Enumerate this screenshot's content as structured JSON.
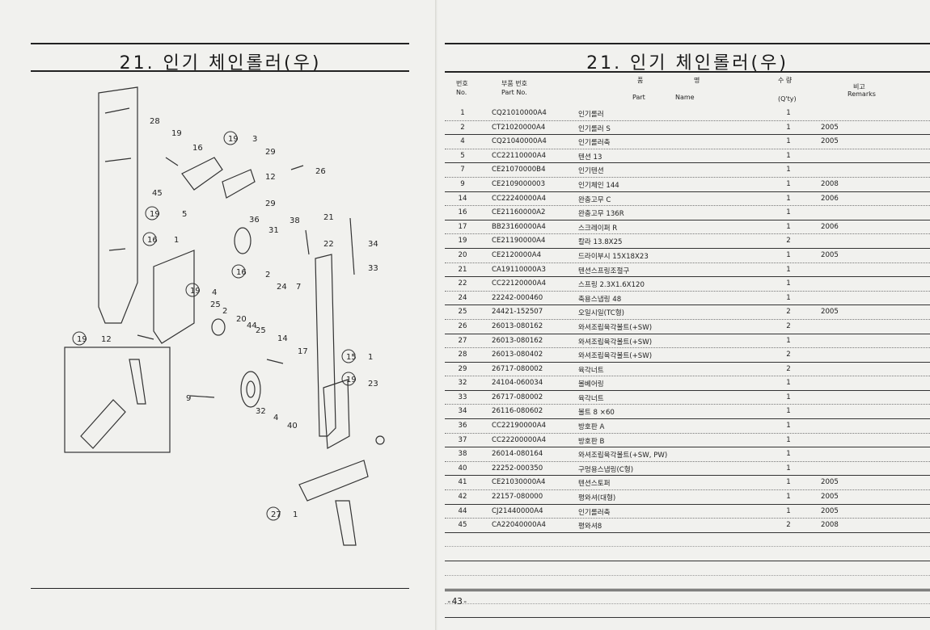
{
  "title": "21. 인기 체인롤러(우)",
  "page_number": "-43-",
  "header": {
    "no_kr": "번호",
    "no_en": "No.",
    "part_kr": "부품 번호",
    "part_en": "Part No.",
    "name_kr_1": "품",
    "name_kr_2": "명",
    "name_en_1": "Part",
    "name_en_2": "Name",
    "qty_kr": "수 량",
    "qty_en": "(Q'ty)",
    "rem_kr": "비고",
    "rem_en": "Remarks"
  },
  "parts": [
    {
      "no": "1",
      "part": "CQ21010000A4",
      "name": "인기롤러",
      "qty": "1",
      "remarks": ""
    },
    {
      "no": "2",
      "part": "CT21020000A4",
      "name": "인기롤러 S",
      "qty": "1",
      "remarks": "2005"
    },
    {
      "no": "4",
      "part": "CQ21040000A4",
      "name": "인기롤러축",
      "qty": "1",
      "remarks": "2005"
    },
    {
      "no": "5",
      "part": "CC22110000A4",
      "name": "텐션 13",
      "qty": "1",
      "remarks": ""
    },
    {
      "no": "7",
      "part": "CE21070000B4",
      "name": "인기텐션",
      "qty": "1",
      "remarks": ""
    },
    {
      "no": "9",
      "part": "CE2109000003",
      "name": "인기체인 144",
      "qty": "1",
      "remarks": "2008"
    },
    {
      "no": "14",
      "part": "CC22240000A4",
      "name": "완충고무 C",
      "qty": "1",
      "remarks": "2006"
    },
    {
      "no": "16",
      "part": "CE21160000A2",
      "name": "완충고무 136R",
      "qty": "1",
      "remarks": ""
    },
    {
      "no": "17",
      "part": "BB23160000A4",
      "name": "스크레이퍼 R",
      "qty": "1",
      "remarks": "2006"
    },
    {
      "no": "19",
      "part": "CE21190000A4",
      "name": "칼라 13.8X25",
      "qty": "2",
      "remarks": ""
    },
    {
      "no": "20",
      "part": "CE2120000A4",
      "name": "드라이부시 15X18X23",
      "qty": "1",
      "remarks": "2005"
    },
    {
      "no": "21",
      "part": "CA19110000A3",
      "name": "텐션스프링조절구",
      "qty": "1",
      "remarks": ""
    },
    {
      "no": "22",
      "part": "CC22120000A4",
      "name": "스프링 2.3X1.6X120",
      "qty": "1",
      "remarks": ""
    },
    {
      "no": "24",
      "part": "22242-000460",
      "name": "축용스냅링 48",
      "qty": "1",
      "remarks": ""
    },
    {
      "no": "25",
      "part": "24421-152507",
      "name": "오일시일(TC형)",
      "qty": "2",
      "remarks": "2005"
    },
    {
      "no": "26",
      "part": "26013-080162",
      "name": "와셔조립육각볼트(+SW)",
      "qty": "2",
      "remarks": ""
    },
    {
      "no": "27",
      "part": "26013-080162",
      "name": "와셔조립육각볼트(+SW)",
      "qty": "1",
      "remarks": ""
    },
    {
      "no": "28",
      "part": "26013-080402",
      "name": "와셔조립육각볼트(+SW)",
      "qty": "2",
      "remarks": ""
    },
    {
      "no": "29",
      "part": "26717-080002",
      "name": "육각너트",
      "qty": "2",
      "remarks": ""
    },
    {
      "no": "32",
      "part": "24104-060034",
      "name": "볼베어링",
      "qty": "1",
      "remarks": ""
    },
    {
      "no": "33",
      "part": "26717-080002",
      "name": "육각너트",
      "qty": "1",
      "remarks": ""
    },
    {
      "no": "34",
      "part": "26116-080602",
      "name": "볼트 8 ×60",
      "qty": "1",
      "remarks": ""
    },
    {
      "no": "36",
      "part": "CC22190000A4",
      "name": "방호판 A",
      "qty": "1",
      "remarks": ""
    },
    {
      "no": "37",
      "part": "CC22200000A4",
      "name": "방호판 B",
      "qty": "1",
      "remarks": ""
    },
    {
      "no": "38",
      "part": "26014-080164",
      "name": "와셔조립육각볼트(+SW, PW)",
      "qty": "1",
      "remarks": ""
    },
    {
      "no": "40",
      "part": "22252-000350",
      "name": "구멍용스냅링(C형)",
      "qty": "1",
      "remarks": ""
    },
    {
      "no": "41",
      "part": "CE21030000A4",
      "name": "텐션스토퍼",
      "qty": "1",
      "remarks": "2005"
    },
    {
      "no": "42",
      "part": "22157-080000",
      "name": "평와셔(대형)",
      "qty": "1",
      "remarks": "2005"
    },
    {
      "no": "44",
      "part": "CJ21440000A4",
      "name": "인기롤러축",
      "qty": "1",
      "remarks": "2005"
    },
    {
      "no": "45",
      "part": "CA22040000A4",
      "name": "평와셔8",
      "qty": "2",
      "remarks": "2008"
    }
  ],
  "diagram_labels": {
    "l28": "28",
    "l19a": "19",
    "l16": "16",
    "l45": "45",
    "l19_3": "19",
    "l3": "3",
    "l29a": "29",
    "l12": "12",
    "l26": "26",
    "l19_5": "19",
    "l5": "5",
    "l29b": "29",
    "l16_1": "16",
    "l1a": "1",
    "l36": "36",
    "l31": "31",
    "l38": "38",
    "l21": "21",
    "l22": "22",
    "l34": "34",
    "l33": "33",
    "l16_2": "16",
    "l2": "2",
    "l24": "24",
    "l7": "7",
    "l19_4": "19",
    "l4": "4",
    "l25a": "25",
    "l2b": "2",
    "l20": "20",
    "l44": "44",
    "l25b": "25",
    "l19_12": "19",
    "l12b": "12",
    "l14": "14",
    "l17": "17",
    "l15": "15",
    "l1b": "1",
    "l19_23": "19",
    "l23": "23",
    "l9": "9",
    "l32": "32",
    "l4b": "4",
    "l40": "40",
    "l27": "27",
    "l1c": "1"
  }
}
